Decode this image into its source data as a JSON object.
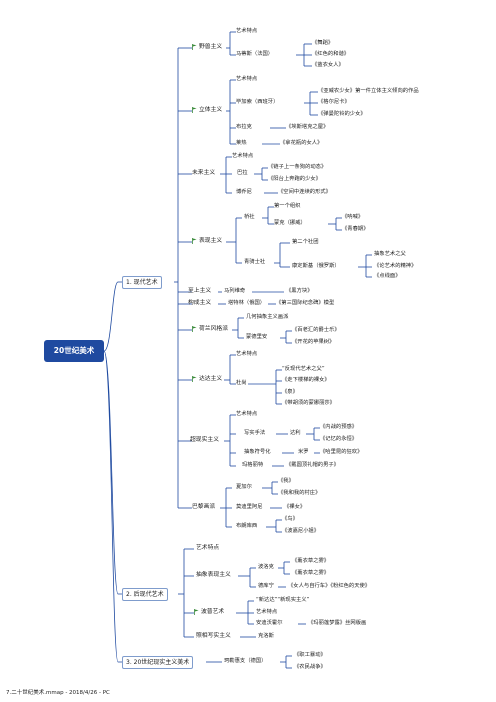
{
  "root": "20世纪美术",
  "sections": {
    "s1": "1. 现代艺术",
    "s2": "2. 后现代艺术",
    "s3": "3. 20世纪现实主义美术"
  },
  "s1": {
    "yeshou": {
      "label": "野兽主义",
      "feature": "艺术特点",
      "matisse": "马蒂斯（法国）",
      "works": [
        "《舞蹈》",
        "《红色的和谐》",
        "《蓝衣女人》"
      ]
    },
    "liti": {
      "label": "立体主义",
      "feature": "艺术特点",
      "picasso": "毕加索（西班牙）",
      "picasso_works": [
        "《亚威农少女》第一件立体主义倾向的作品",
        "《格尔尼卡》",
        "《弹曼陀铃的少女》"
      ],
      "braque": "布拉克",
      "braque_work": "《埃斯塔克之屋》",
      "leger": "莱热",
      "leger_work": "《拿花瓶的女人》"
    },
    "weilai": {
      "label": "未来主义",
      "feature": "艺术特点",
      "balla": "巴拉",
      "balla_works": [
        "《链子上一条狗的动态》",
        "《阳台上奔跑的少女》"
      ],
      "boccioni": "博乔尼",
      "boccioni_work": "《空间中连续的形式》"
    },
    "biaoxian": {
      "label": "表现主义",
      "qiaoshe": "桥社",
      "first_org": "第一个组织",
      "munch": "蒙克（挪威）",
      "munch_works": [
        "《呐喊》",
        "《青春期》"
      ],
      "blue_rider": "青骑士社",
      "second_org": "第二个社团",
      "kandinsky": "康定斯基（俄罗斯）",
      "abstract_father": "抽象艺术之父",
      "kandinsky_works": [
        "《论艺术的精神》",
        "《点线面》"
      ]
    },
    "zhishang": {
      "label": "至上主义",
      "malevich": "马列维奇",
      "work": "《黑方块》"
    },
    "goucheng": {
      "label": "构成主义",
      "tatlin": "塔特林（俄国）",
      "work": "《第三国际纪念碑》模型"
    },
    "helan": {
      "label": "荷兰风格派",
      "note": "几何抽象主义画派",
      "mondrian": "蒙德里安",
      "works": [
        "《百老汇的爵士乐》",
        "《开花的苹果树》"
      ]
    },
    "dada": {
      "label": "达达主义",
      "feature": "艺术特点",
      "duchamp": "杜尚",
      "duchamp_note": "“反现代艺术之父”",
      "works": [
        "《走下楼梯的裸女》",
        "《泉》",
        "《带胡须的蒙娜丽莎》"
      ]
    },
    "chaoxian": {
      "label": "超现实主义",
      "feature": "艺术特点",
      "xieshi": "写实手法",
      "dali": "达利",
      "dali_works": [
        "《内战的预感》",
        "《记忆的永恒》"
      ],
      "chouxiang": "抽象符号化",
      "miro": "米罗",
      "miro_work": "《哈里昆的狂欢》",
      "magritte": "玛格丽特",
      "magritte_work": "《戴圆顶礼帽的男子》"
    },
    "bali": {
      "label": "巴黎画派",
      "chagall": "夏加尔",
      "chagall_works": [
        "《我》",
        "《我和我的村庄》"
      ],
      "modigliani": "莫迪里阿尼",
      "modigliani_work": "《裸女》",
      "brancusi": "布朗库西",
      "brancusi_works": [
        "《鸟》",
        "《波嘉尼小姐》"
      ]
    }
  },
  "s2": {
    "feature": "艺术特点",
    "chouxiangbiaoxian": {
      "label": "抽象表现主义",
      "pollock": "波洛克",
      "pollock_works": [
        "《薰衣草之雾》",
        "《薰衣草之雾》"
      ],
      "dekooning": "德库宁",
      "dekooning_works": "《女人与自行车》《粉红色的天使》"
    },
    "bopu": {
      "label": "波普艺术",
      "note": "“新达达”“新现实主义”",
      "feature": "艺术特点",
      "warhol": "安迪沃霍尔",
      "warhol_work": "《玛丽莲梦露》丝网版画"
    },
    "zhaoxiang": {
      "label": "照相写实主义",
      "close": "克洛斯"
    }
  },
  "s3": {
    "kollwitz": "珂勒惠支（德国）",
    "works": [
      "《职工暴动》",
      "《农民战争》"
    ]
  },
  "footer": "7.二十世纪美术.mmap - 2018/4/26 - PC",
  "colors": {
    "root_bg": "#1f4aa0",
    "line": "#1f4aa0",
    "flag": "#3a8a3a",
    "section_border": "#7f9ccc"
  }
}
